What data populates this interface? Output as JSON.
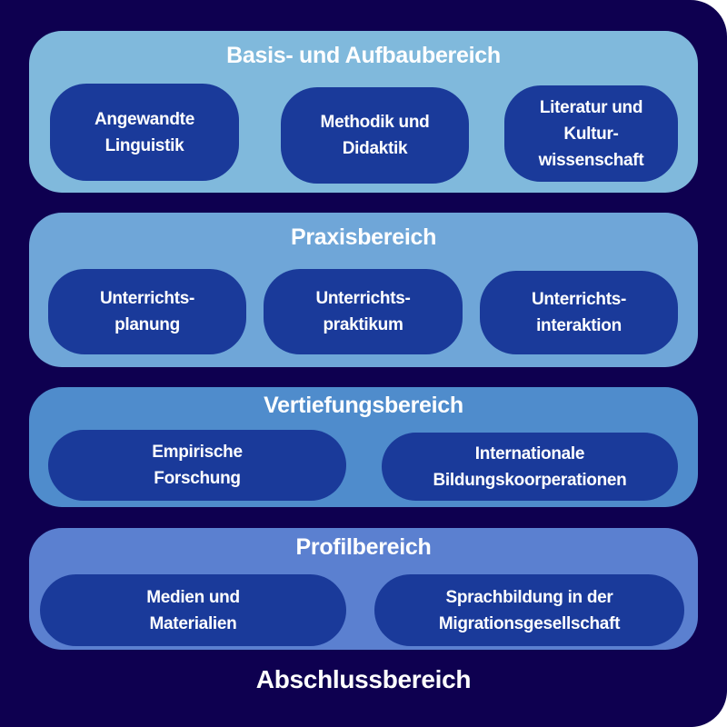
{
  "colors": {
    "background": "#0e0050",
    "box": "#1a3a9a",
    "basis": "#80b9dc",
    "praxis": "#6fa6d8",
    "vertiefung": "#4f8ccc",
    "profil": "#5b80d0"
  },
  "sections": [
    {
      "title": "Basis- und Aufbaubereich",
      "items": [
        "Angewandte\nLinguistik",
        "Methodik und\nDidaktik",
        "Literatur und\nKultur-\nwissenschaft"
      ]
    },
    {
      "title": "Praxisbereich",
      "items": [
        "Unterrichts-\nplanung",
        "Unterrichts-\npraktikum",
        "Unterrichts-\ninteraktion"
      ]
    },
    {
      "title": "Vertiefungsbereich",
      "items": [
        "Empirische\nForschung",
        "Internationale\nBildungskoorperationen"
      ]
    },
    {
      "title": "Profilbereich",
      "items": [
        "Medien und\nMaterialien",
        "Sprachbildung in der\nMigrationsgesellschaft"
      ]
    }
  ],
  "footer": "Abschlussbereich"
}
